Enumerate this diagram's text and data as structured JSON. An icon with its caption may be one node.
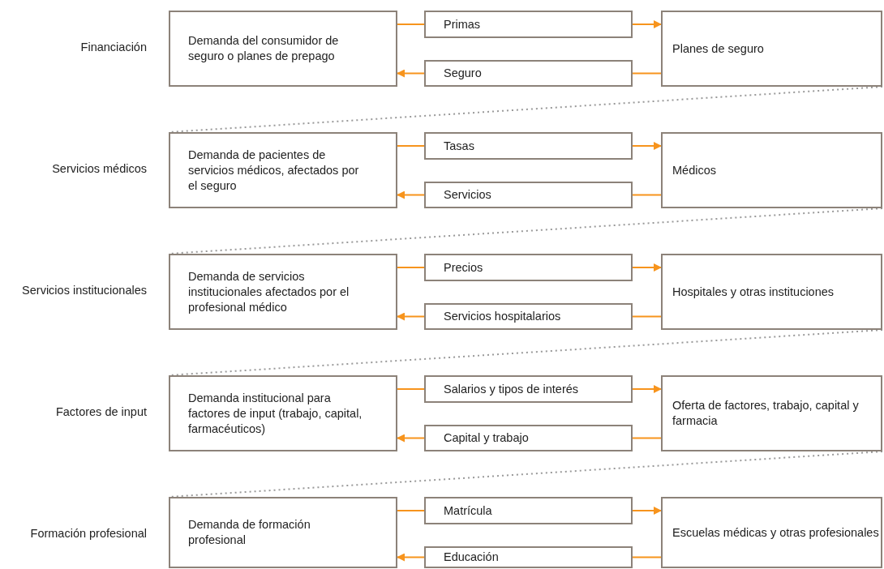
{
  "diagram": {
    "nodes": [
      {
        "text": [
          "Demanda del consumidor de seguro o planes de prepago"
        ]
      },
      {
        "text": [
          "Primas"
        ]
      },
      {
        "text": [
          "Seguro"
        ]
      },
      {
        "text": [
          "Planes de seguro"
        ]
      },
      {
        "text": [
          "Demanda de pacientes de servicios médicos, afectados por el seguro"
        ]
      },
      {
        "text": [
          "Tasas"
        ]
      },
      {
        "text": [
          "Servicios"
        ]
      },
      {
        "text": [
          "Médicos"
        ]
      },
      {
        "text": [
          "Demanda de servicios institucionales afectados por el profesional médico"
        ]
      },
      {
        "text": [
          "Precios"
        ]
      },
      {
        "text": [
          "Servicios hospitalarios"
        ]
      },
      {
        "text": [
          "Hospitales y otras instituciones"
        ]
      },
      {
        "text": [
          "Demanda institucional para factores de input (trabajo, capital, farmacéuticos)"
        ]
      },
      {
        "text": [
          "Salarios y tipos de interés"
        ]
      },
      {
        "text": [
          "Capital y trabajo"
        ]
      },
      {
        "text": [
          "Oferta de factores, trabajo, capital y farmacia"
        ]
      },
      {
        "text": [
          "Demanda de formación profesional"
        ]
      },
      {
        "text": [
          "Matrícula"
        ]
      },
      {
        "text": [
          "Educación"
        ]
      },
      {
        "text": [
          "Escuelas médicas y otras profesionales"
        ]
      }
    ],
    "edges": [
      {
        "from": 0,
        "to": 1,
        "arrow": "none"
      },
      {
        "from": 1,
        "to": 3,
        "arrow": "to"
      },
      {
        "from": 3,
        "to": 2,
        "arrow": "none"
      },
      {
        "from": 2,
        "to": 0,
        "arrow": "to"
      },
      {
        "from": 3,
        "to": 4,
        "arrow": "none",
        "style": "dashed",
        "color": "#999999"
      },
      {
        "from": 4,
        "to": 5,
        "arrow": "none"
      },
      {
        "from": 5,
        "to": 7,
        "arrow": "to"
      },
      {
        "from": 7,
        "to": 6,
        "arrow": "none"
      },
      {
        "from": 6,
        "to": 4,
        "arrow": "to"
      },
      {
        "from": 7,
        "to": 8,
        "arrow": "none",
        "style": "dashed",
        "color": "#999999"
      },
      {
        "from": 8,
        "to": 9,
        "arrow": "none"
      },
      {
        "from": 9,
        "to": 11,
        "arrow": "to"
      },
      {
        "from": 11,
        "to": 10,
        "arrow": "none"
      },
      {
        "from": 10,
        "to": 8,
        "arrow": "to"
      },
      {
        "from": 11,
        "to": 12,
        "arrow": "none",
        "style": "dashed",
        "color": "#999999"
      },
      {
        "from": 12,
        "to": 13,
        "arrow": "none"
      },
      {
        "from": 13,
        "to": 15,
        "arrow": "to"
      },
      {
        "from": 15,
        "to": 14,
        "arrow": "none"
      },
      {
        "from": 14,
        "to": 12,
        "arrow": "to"
      },
      {
        "from": 15,
        "to": 16,
        "arrow": "none",
        "style": "dashed",
        "color": "#999999"
      },
      {
        "from": 16,
        "to": 17,
        "arrow": "none"
      },
      {
        "from": 17,
        "to": 19,
        "arrow": "to"
      },
      {
        "from": 19,
        "to": 18,
        "arrow": "none"
      },
      {
        "from": 18,
        "to": 16,
        "arrow": "to"
      }
    ],
    "labels": [
      "Financiación",
      "Servicios médicos",
      "Servicios institucionales",
      "Factores de input",
      "Formación profesional"
    ]
  }
}
